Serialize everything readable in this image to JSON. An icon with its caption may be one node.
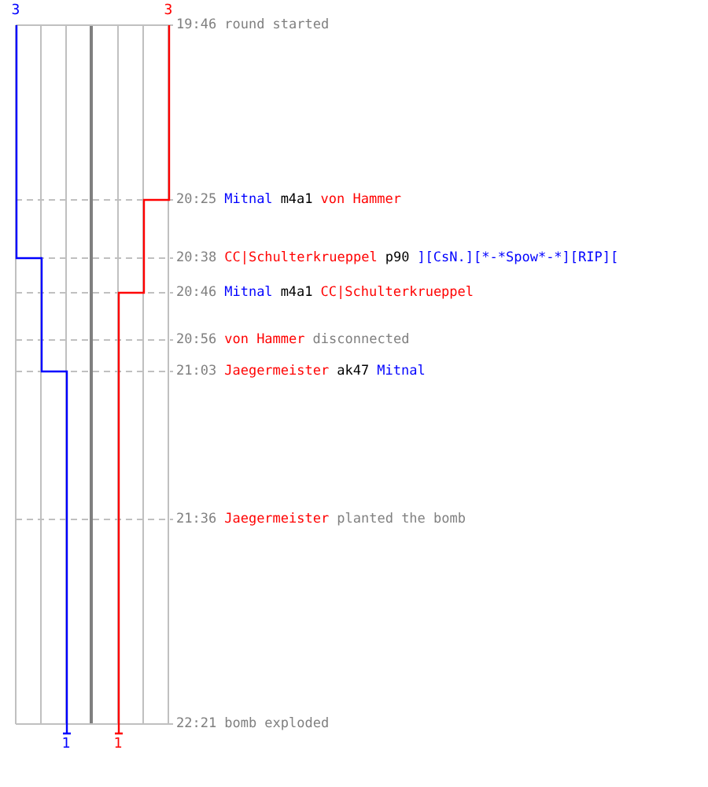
{
  "diagram": {
    "labels": [
      "3",
      "3",
      "19:46",
      "round started",
      "20:25",
      "Mitnal",
      "m4a1",
      "von Hammer",
      "20:38",
      "CC|Schulterkrueppel",
      "p90",
      "][CsN.][*-*Spow*-*][RIP][",
      "20:46",
      "Mitnal",
      "m4a1",
      "CC|Schulterkrueppel",
      "20:56",
      "von Hammer",
      "disconnected",
      "21:03",
      "Jaegermeister",
      "ak47",
      "Mitnal",
      "21:36",
      "Jaegermeister",
      "planted the bomb",
      "22:21",
      "bomb exploded",
      "1",
      "1"
    ]
  }
}
